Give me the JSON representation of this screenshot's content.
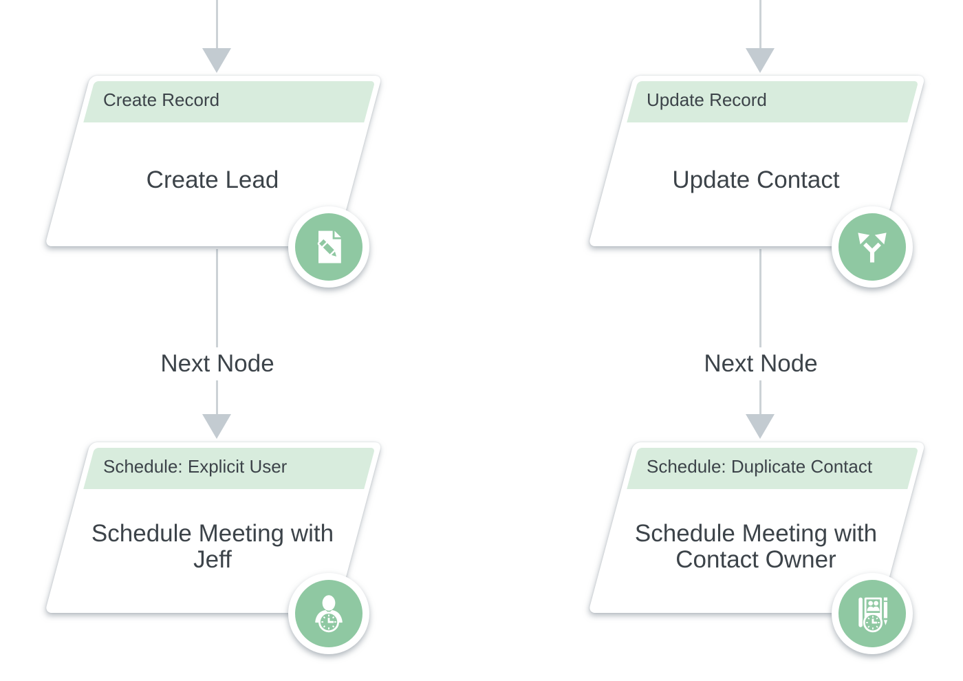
{
  "flow": {
    "connector_label": "Next Node",
    "columns": [
      {
        "nodes": [
          {
            "type_label": "Create Record",
            "title": "Create Lead",
            "icon": "document-pencil-icon"
          },
          {
            "type_label": "Schedule: Explicit User",
            "title": "Schedule Meeting with Jeff",
            "icon": "person-clock-icon"
          }
        ]
      },
      {
        "nodes": [
          {
            "type_label": "Update Record",
            "title": "Update Contact",
            "icon": "branch-arrows-icon"
          },
          {
            "type_label": "Schedule: Duplicate Contact",
            "title": "Schedule Meeting with Contact Owner",
            "icon": "contacts-clock-icon"
          }
        ]
      }
    ]
  },
  "colors": {
    "canvas_bg": "#ffffff",
    "node_bg": "#ffffff",
    "node_header_bg": "#d8ecdd",
    "badge_green": "#8fc8a2",
    "text": "#3c4349",
    "connector_line": "#ccd2d6",
    "connector_arrow": "#c3cbd1"
  }
}
